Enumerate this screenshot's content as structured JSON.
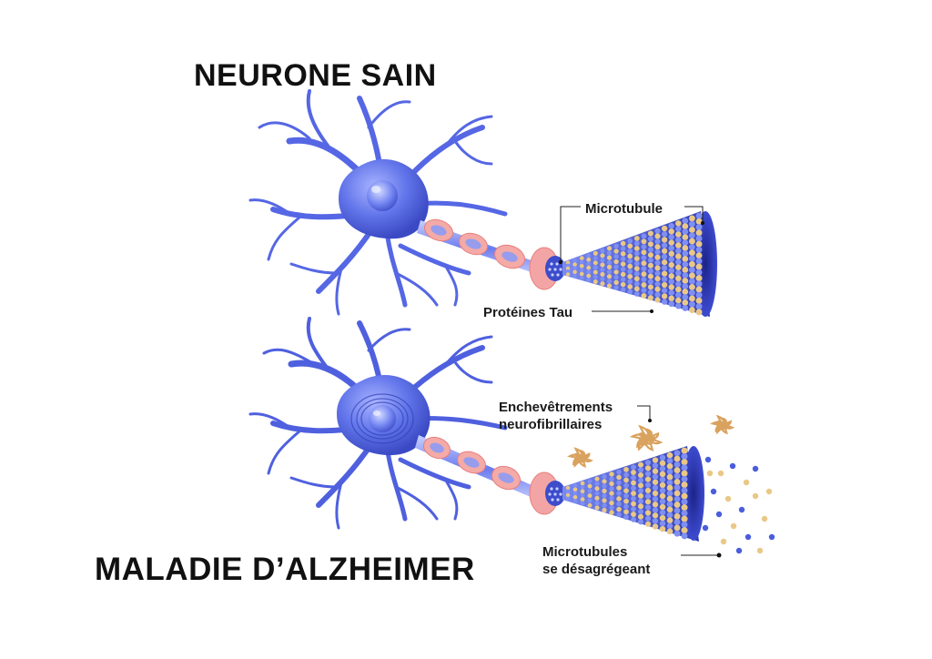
{
  "titles": {
    "healthy": "NEURONE SAIN",
    "alzheimer": "MALADIE D’ALZHEIMER"
  },
  "labels": {
    "microtubule": "Microtubule",
    "tau_proteins": "Protéines Tau",
    "tangles_line1": "Enchevêtrements",
    "tangles_line2": "neurofibrillaires",
    "disaggregating_line1": "Microtubules",
    "disaggregating_line2": "se désagrégeant"
  },
  "colors": {
    "neuron": "#5c6ee8",
    "neuron_dark": "#3a47c9",
    "myelin": "#f3a5a5",
    "tau": "#e9c887",
    "tangle": "#d9a25e",
    "tubule_blue": "#4a5ddd"
  }
}
